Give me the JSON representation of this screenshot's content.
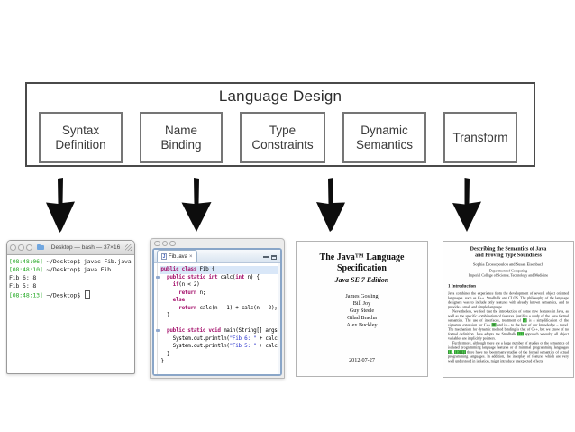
{
  "diagram": {
    "title": "Language Design",
    "boxes": [
      {
        "lines": [
          "Syntax",
          "Definition"
        ]
      },
      {
        "lines": [
          "Name",
          "Binding"
        ]
      },
      {
        "lines": [
          "Type",
          "Constraints"
        ]
      },
      {
        "lines": [
          "Dynamic",
          "Semantics"
        ]
      },
      {
        "lines": [
          "Transform"
        ]
      }
    ]
  },
  "terminal": {
    "title": "Desktop — bash — 37×16",
    "lines": [
      {
        "time": "[08:48:06]",
        "text": " ~/Desktop$ javac Fib.java"
      },
      {
        "time": "[08:48:10]",
        "text": " ~/Desktop$ java Fib"
      },
      {
        "text": "Fib 6: 8"
      },
      {
        "text": "Fib 5: 8"
      },
      {
        "time": "[08:48:13]",
        "text": " ~/Desktop$ ",
        "cursor": true
      }
    ],
    "colors": {
      "timestamp_green": "#22a822"
    }
  },
  "ide": {
    "tab_label": "Fib.java",
    "icons": {
      "tab_close": "×",
      "minimize": "bar-shape",
      "maximize": "square-shape",
      "java_file": "J"
    },
    "colors": {
      "keyword": "#a6156e",
      "string": "#2a33cc",
      "frame_blue": "#8aa6c8"
    },
    "code": [
      {
        "highlight": true,
        "tokens": [
          {
            "t": "public",
            "c": "k"
          },
          {
            "t": " "
          },
          {
            "t": "class",
            "c": "k"
          },
          {
            "t": " Fib {"
          }
        ]
      },
      {
        "marker": true,
        "tokens": [
          {
            "t": "  "
          },
          {
            "t": "public",
            "c": "k"
          },
          {
            "t": " "
          },
          {
            "t": "static",
            "c": "k"
          },
          {
            "t": " "
          },
          {
            "t": "int",
            "c": "k"
          },
          {
            "t": " calc("
          },
          {
            "t": "int",
            "c": "k"
          },
          {
            "t": " n) {"
          }
        ]
      },
      {
        "tokens": [
          {
            "t": "    "
          },
          {
            "t": "if",
            "c": "k"
          },
          {
            "t": "(n < 2)"
          }
        ]
      },
      {
        "tokens": [
          {
            "t": "      "
          },
          {
            "t": "return",
            "c": "k"
          },
          {
            "t": " n;"
          }
        ]
      },
      {
        "tokens": [
          {
            "t": "    "
          },
          {
            "t": "else",
            "c": "k"
          }
        ]
      },
      {
        "tokens": [
          {
            "t": "      "
          },
          {
            "t": "return",
            "c": "k"
          },
          {
            "t": " calc(n - 1) + calc(n - 2);"
          }
        ]
      },
      {
        "tokens": [
          {
            "t": "  }"
          }
        ]
      },
      {
        "tokens": [
          {
            "t": ""
          }
        ]
      },
      {
        "marker": true,
        "tokens": [
          {
            "t": "  "
          },
          {
            "t": "public",
            "c": "k"
          },
          {
            "t": " "
          },
          {
            "t": "static",
            "c": "k"
          },
          {
            "t": " "
          },
          {
            "t": "void",
            "c": "k"
          },
          {
            "t": " main(String[] args"
          }
        ]
      },
      {
        "tokens": [
          {
            "t": "    System.out.println("
          },
          {
            "t": "\"Fib 6: \"",
            "c": "s"
          },
          {
            "t": " + calc"
          }
        ]
      },
      {
        "tokens": [
          {
            "t": "    System.out.println("
          },
          {
            "t": "\"Fib 5: \"",
            "c": "s"
          },
          {
            "t": " + calc"
          }
        ]
      },
      {
        "tokens": [
          {
            "t": "  }"
          }
        ]
      },
      {
        "tokens": [
          {
            "t": "}"
          }
        ]
      }
    ]
  },
  "spec": {
    "title_line1": "The Java™ Language",
    "title_line2": "Specification",
    "edition": "Java SE 7 Edition",
    "authors": [
      "James Gosling",
      "Bill Joy",
      "Guy Steele",
      "Gilad Bracha",
      "Alex Buckley"
    ],
    "date": "2012-07-27"
  },
  "paper": {
    "title_line1": "Describing the Semantics of Java",
    "title_line2": "and Proving Type Soundness",
    "authors": "Sophia Drossopoulou and Susan Eisenbach",
    "affil_line1": "Department of Computing",
    "affil_line2": "Imperial College of Science, Technology and Medicine",
    "section": "1   Introduction",
    "highlight_color": "#52d152",
    "paragraphs": [
      {
        "segments": [
          {
            "t": "Java combines the experience from the development of several object oriented languages, such as C++, Smalltalk and CLOS. The philosophy of the language designers was to include only features with already known semantics, and to provide a small and simple language."
          }
        ]
      },
      {
        "segments": [
          {
            "t": "Nevertheless, we feel that the introduction of some new features in Java, as well as the specific combination of features, justifies a study of the Java formal semantics. The use of interfaces, treatment of "
          },
          {
            "t": "[9]",
            "hl": true
          },
          {
            "t": " is a simplification of the signature extension for C++ "
          },
          {
            "t": "[8]",
            "hl": true
          },
          {
            "t": " and is – to the best of our knowledge – novel. The mechanism for dynamic method binding is that of C++, but we know of no formal definition. Java adopts the Smalltalk "
          },
          {
            "t": "[22]",
            "hl": true
          },
          {
            "t": " approach whereby all object variables are implicitly pointers."
          }
        ]
      },
      {
        "segments": [
          {
            "t": "Furthermore, although there are a large number of studies of the semantics of isolated programming language features or of minimal programming languages "
          },
          {
            "t": "[1]",
            "hl": true
          },
          {
            "t": ", "
          },
          {
            "t": "[13]",
            "hl": true
          },
          {
            "t": ","
          },
          {
            "t": "[2]",
            "hl": true
          },
          {
            "t": " there have not been many studies of the formal semantics of actual programming languages. In addition, the interplay of features which are very well understood in isolation, might introduce unexpected effects."
          }
        ]
      }
    ]
  }
}
